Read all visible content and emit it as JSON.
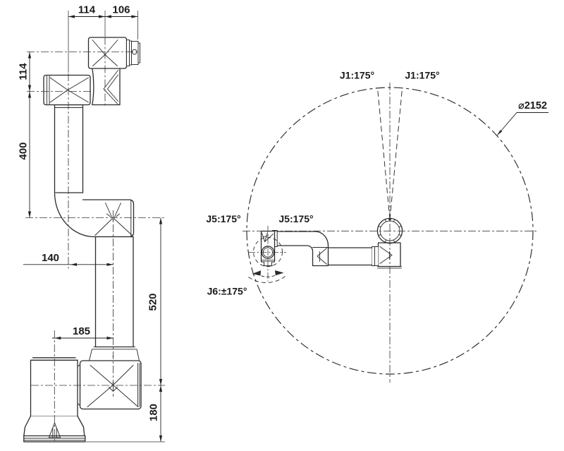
{
  "colors": {
    "background": "#ffffff",
    "line": "#2b2b2b",
    "text": "#1a1a1a"
  },
  "side_view": {
    "dims": {
      "wrist_span": "114",
      "flange_offset": "106",
      "wrist_drop": "114",
      "upper_arm_length": "400",
      "elbow_offset": "140",
      "lower_arm_length": "520",
      "shoulder_offset": "185",
      "base_height": "180"
    }
  },
  "top_view": {
    "j1_left": "J1:175°",
    "j1_right": "J1:175°",
    "j5_left": "J5:175°",
    "j5_right": "J5:175°",
    "j6": "J6:±175°",
    "work_envelope_diameter": "⌀2152"
  }
}
